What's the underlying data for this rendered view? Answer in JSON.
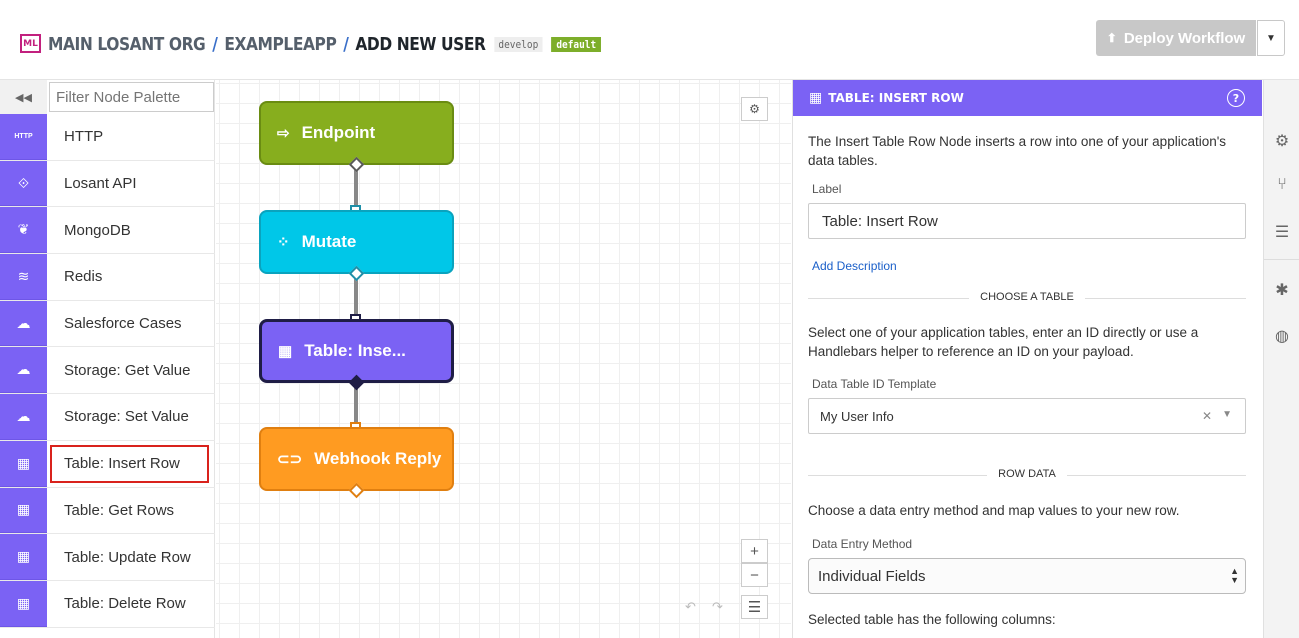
{
  "header": {
    "logo_text": "ML",
    "breadcrumbs": [
      "MAIN LOSANT ORG",
      "EXAMPLEAPP",
      "ADD NEW USER"
    ],
    "separator": "/",
    "branch_tag": "develop",
    "version_tag": "default",
    "deploy_label": "Deploy Workflow"
  },
  "palette": {
    "filter_placeholder": "Filter Node Palette",
    "items": [
      {
        "label": "HTTP",
        "icon": "HTTP"
      },
      {
        "label": "Losant API",
        "icon": "losant-api-icon"
      },
      {
        "label": "MongoDB",
        "icon": "mongodb-icon"
      },
      {
        "label": "Redis",
        "icon": "redis-icon"
      },
      {
        "label": "Salesforce Cases",
        "icon": "salesforce-icon"
      },
      {
        "label": "Storage: Get Value",
        "icon": "cloud-download-icon"
      },
      {
        "label": "Storage: Set Value",
        "icon": "cloud-upload-icon"
      },
      {
        "label": "Table: Insert Row",
        "icon": "table-insert-icon"
      },
      {
        "label": "Table: Get Rows",
        "icon": "table-get-icon"
      },
      {
        "label": "Table: Update Row",
        "icon": "table-update-icon"
      },
      {
        "label": "Table: Delete Row",
        "icon": "table-delete-icon"
      }
    ],
    "selected": "Table: Insert Row"
  },
  "canvas": {
    "nodes": [
      {
        "label": "Endpoint",
        "color": "#87ae1e"
      },
      {
        "label": "Mutate",
        "color": "#00c7e8"
      },
      {
        "label": "Table: Inse...",
        "color": "#7b62f4"
      },
      {
        "label": "Webhook Reply",
        "color": "#ff9b21"
      }
    ],
    "zoom_in": "+",
    "zoom_out": "−"
  },
  "panel": {
    "title": "TABLE: INSERT ROW",
    "description": "The Insert Table Row Node inserts a row into one of your application's data tables.",
    "label_caption": "Label",
    "label_value": "Table: Insert Row",
    "add_description": "Add Description",
    "section_table": "CHOOSE A TABLE",
    "table_help": "Select one of your application tables, enter an ID directly or use a Handlebars helper to reference an ID on your payload.",
    "table_id_caption": "Data Table ID Template",
    "table_id_value": "My User Info",
    "section_row": "ROW DATA",
    "row_help": "Choose a data entry method and map values to your new row.",
    "entry_method_caption": "Data Entry Method",
    "entry_method_value": "Individual Fields",
    "columns_text": "Selected table has the following columns:"
  },
  "colors": {
    "accent": "#7b62f4",
    "brand": "#c2207e",
    "highlight": "#d9221c"
  }
}
